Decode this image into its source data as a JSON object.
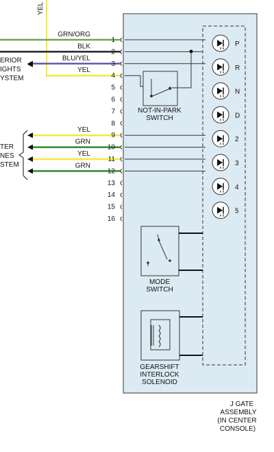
{
  "top_wire_label": "YEL",
  "left_labels": {
    "lights": [
      "ERIOR",
      "IGHTS",
      "YSTEM"
    ],
    "center": [
      "TER",
      "NES",
      "STEM"
    ]
  },
  "wires": [
    {
      "pin": "1",
      "label": "GRN/ORG",
      "color": "#6aa84f"
    },
    {
      "pin": "2",
      "label": "BLK",
      "color": "#222222"
    },
    {
      "pin": "3",
      "label": "BLU/YEL",
      "color": "#5b5ea6"
    },
    {
      "pin": "4",
      "label": "YEL",
      "color": "#f2ea3a"
    },
    {
      "pin": "9",
      "label": "YEL",
      "color": "#f2ea3a"
    },
    {
      "pin": "10",
      "label": "GRN",
      "color": "#2e8b2e"
    },
    {
      "pin": "11",
      "label": "YEL",
      "color": "#f2ea3a"
    },
    {
      "pin": "12",
      "label": "GRN",
      "color": "#2e8b2e"
    }
  ],
  "unused_pins": [
    "5",
    "6",
    "7",
    "8",
    "13",
    "14",
    "15",
    "16"
  ],
  "gear_leds": [
    "P",
    "R",
    "N",
    "D",
    "2",
    "3",
    "4",
    "5"
  ],
  "components": {
    "nip_switch": [
      "NOT-IN-PARK",
      "SWITCH"
    ],
    "mode_switch": [
      "MODE",
      "SWITCH"
    ],
    "solenoid": [
      "GEARSHIFT",
      "INTERLOCK",
      "SOLENOID"
    ]
  },
  "assembly_label": [
    "J GATE",
    "ASSEMBLY",
    "(IN CENTER",
    "CONSOLE)"
  ],
  "colors": {
    "assembly_fill": "#dceaf3",
    "outline": "#333333"
  }
}
